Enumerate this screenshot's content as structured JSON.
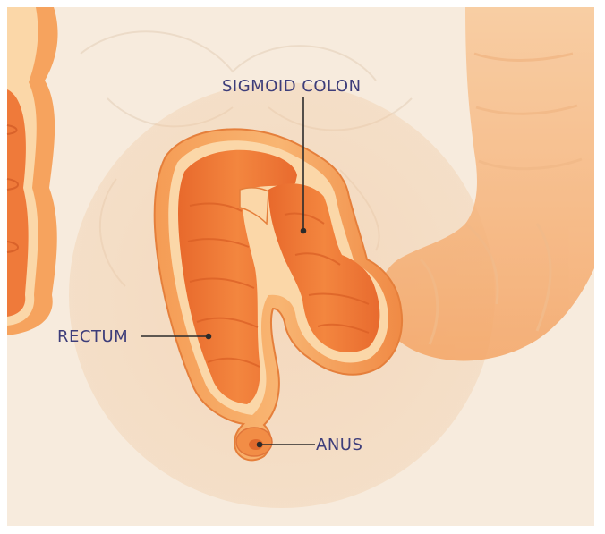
{
  "labels": {
    "sigmoid_colon": "SIGMOID COLON",
    "rectum": "RECTUM",
    "anus": "ANUS"
  },
  "colors": {
    "background": "#f7ebdd",
    "lumen_orange": "#ef7a3a",
    "wall_orange": "#f6a35e",
    "wall_highlight": "#fbd7a8",
    "label_text": "#3d3d7a",
    "leader_line": "#2b2b2b"
  }
}
